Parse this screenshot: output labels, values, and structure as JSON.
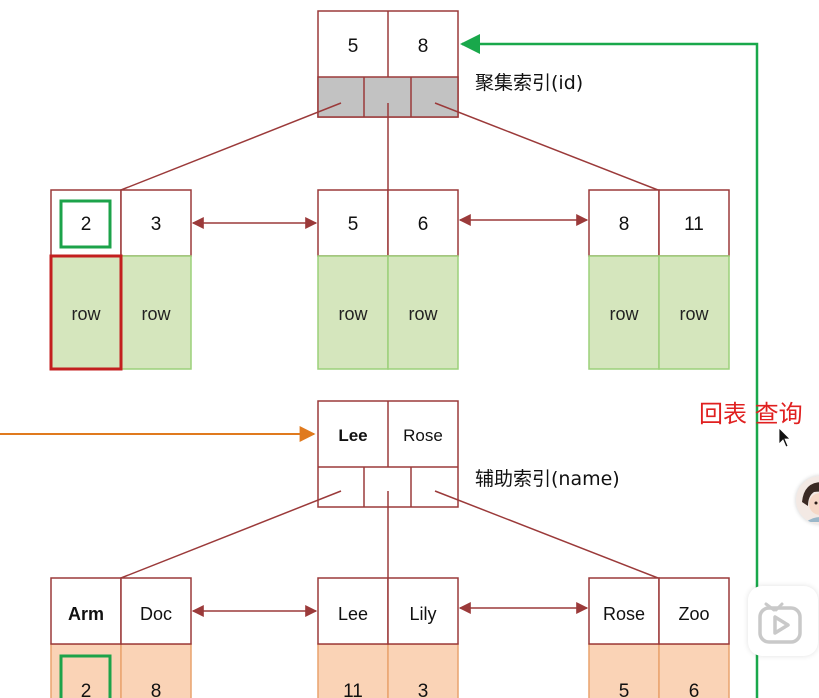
{
  "colors": {
    "border": "#9b3a3a",
    "gray_fill": "#c2c2c2",
    "green_fill": "#d5e6bd",
    "green_border": "#9cd07a",
    "orange_fill": "#fad3b6",
    "orange_border": "#e9a36e",
    "highlight_green": "#1ca34a",
    "highlight_red": "#c31f1f",
    "return_arrow": "#19a84b",
    "query_arrow": "#e07a1e",
    "annotation_red": "#e02020"
  },
  "clustered": {
    "root": {
      "keys": [
        "5",
        "8"
      ]
    },
    "label": "聚集索引(id)",
    "leaves": [
      {
        "keys": [
          "2",
          "3"
        ],
        "rows": [
          "row",
          "row"
        ]
      },
      {
        "keys": [
          "5",
          "6"
        ],
        "rows": [
          "row",
          "row"
        ]
      },
      {
        "keys": [
          "8",
          "11"
        ],
        "rows": [
          "row",
          "row"
        ]
      }
    ]
  },
  "secondary": {
    "root": {
      "keys": [
        "Lee",
        "Rose"
      ]
    },
    "label": "辅助索引(name)",
    "leaves": [
      {
        "keys": [
          "Arm",
          "Doc"
        ],
        "ids": [
          "2",
          "8"
        ]
      },
      {
        "keys": [
          "Lee",
          "Lily"
        ],
        "ids": [
          "11",
          "3"
        ]
      },
      {
        "keys": [
          "Rose",
          "Zoo"
        ],
        "ids": [
          "5",
          "6"
        ]
      }
    ]
  },
  "annotation": "回表 查询",
  "overlay_icons": [
    "avatar-icon",
    "play-icon",
    "cursor-icon"
  ]
}
